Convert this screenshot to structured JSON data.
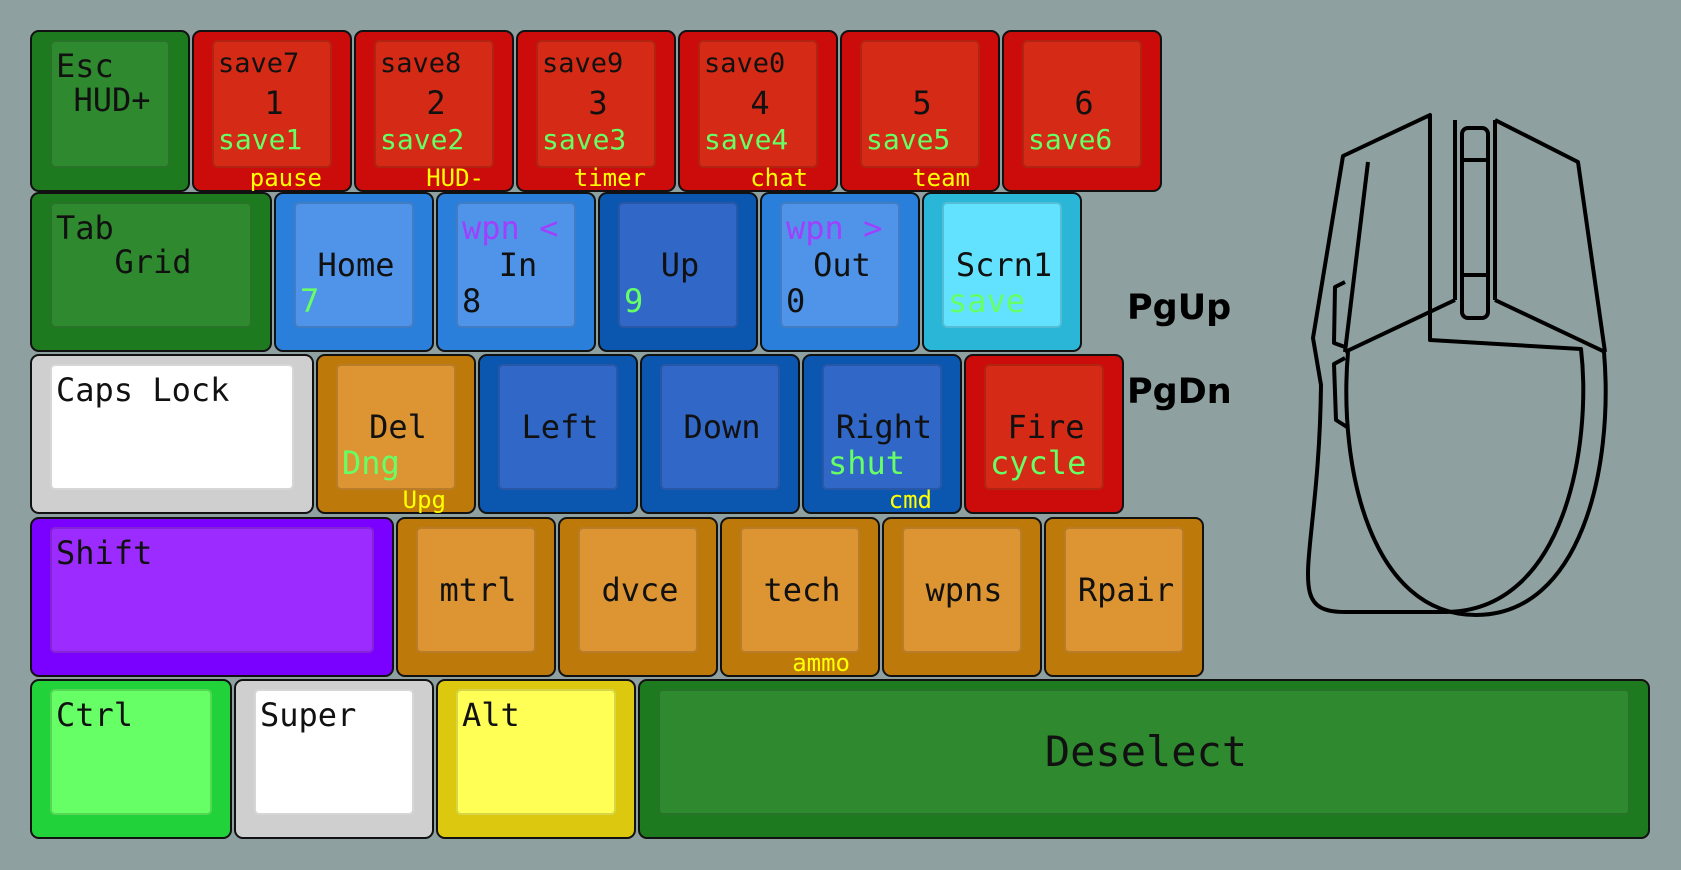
{
  "keys": [
    {
      "name": "key-esc",
      "color": "#1e7a1e",
      "cap": "#2f8a2f",
      "labels": [
        {
          "text": "Esc",
          "tone": "main",
          "pos": "tl"
        },
        {
          "text": "HUD+",
          "tone": "main",
          "pos": "tc"
        }
      ]
    },
    {
      "name": "key-1",
      "color": "#cc0b0b",
      "cap": "#d42a16",
      "labels": [
        {
          "text": "save7",
          "tone": "main",
          "pos": "top"
        },
        {
          "text": "1",
          "tone": "main",
          "pos": "mid"
        },
        {
          "text": "save1",
          "tone": "green",
          "pos": "bot"
        },
        {
          "text": "pause",
          "tone": "yellow",
          "pos": "sub"
        }
      ]
    },
    {
      "name": "key-2",
      "color": "#cc0b0b",
      "cap": "#d42a16",
      "labels": [
        {
          "text": "save8",
          "tone": "main",
          "pos": "top"
        },
        {
          "text": "2",
          "tone": "main",
          "pos": "mid"
        },
        {
          "text": "save2",
          "tone": "green",
          "pos": "bot"
        },
        {
          "text": "HUD-",
          "tone": "yellow",
          "pos": "sub"
        }
      ]
    },
    {
      "name": "key-3",
      "color": "#cc0b0b",
      "cap": "#d42a16",
      "labels": [
        {
          "text": "save9",
          "tone": "main",
          "pos": "top"
        },
        {
          "text": "3",
          "tone": "main",
          "pos": "mid"
        },
        {
          "text": "save3",
          "tone": "green",
          "pos": "bot"
        },
        {
          "text": "timer",
          "tone": "yellow",
          "pos": "sub"
        }
      ]
    },
    {
      "name": "key-4",
      "color": "#cc0b0b",
      "cap": "#d42a16",
      "labels": [
        {
          "text": "save0",
          "tone": "main",
          "pos": "top"
        },
        {
          "text": "4",
          "tone": "main",
          "pos": "mid"
        },
        {
          "text": "save4",
          "tone": "green",
          "pos": "bot"
        },
        {
          "text": "chat",
          "tone": "yellow",
          "pos": "sub"
        }
      ]
    },
    {
      "name": "key-5",
      "color": "#cc0b0b",
      "cap": "#d42a16",
      "labels": [
        {
          "text": "5",
          "tone": "main",
          "pos": "mid"
        },
        {
          "text": "save5",
          "tone": "green",
          "pos": "bot"
        },
        {
          "text": "team",
          "tone": "yellow",
          "pos": "sub"
        }
      ]
    },
    {
      "name": "key-6",
      "color": "#cc0b0b",
      "cap": "#d42a16",
      "labels": [
        {
          "text": "6",
          "tone": "main",
          "pos": "mid"
        },
        {
          "text": "save6",
          "tone": "green",
          "pos": "bot"
        }
      ]
    },
    {
      "name": "key-tab",
      "color": "#1e7a1e",
      "cap": "#2f8a2f",
      "labels": [
        {
          "text": "Tab",
          "tone": "main",
          "pos": "tl"
        },
        {
          "text": "Grid",
          "tone": "main",
          "pos": "tc"
        }
      ]
    },
    {
      "name": "key-home",
      "color": "#2a7fdb",
      "cap": "#4f94e8",
      "labels": [
        {
          "text": "Home",
          "tone": "main",
          "pos": "mid"
        },
        {
          "text": "7",
          "tone": "green",
          "pos": "bl"
        }
      ]
    },
    {
      "name": "key-in",
      "color": "#2a7fdb",
      "cap": "#4f94e8",
      "labels": [
        {
          "text": "wpn <",
          "tone": "purple",
          "pos": "top"
        },
        {
          "text": "In",
          "tone": "main",
          "pos": "mid"
        },
        {
          "text": "8",
          "tone": "main",
          "pos": "bl"
        }
      ]
    },
    {
      "name": "key-up",
      "color": "#0b57b0",
      "cap": "#3168c8",
      "labels": [
        {
          "text": "Up",
          "tone": "main",
          "pos": "mid"
        },
        {
          "text": "9",
          "tone": "green",
          "pos": "bl"
        }
      ]
    },
    {
      "name": "key-out",
      "color": "#2a7fdb",
      "cap": "#4f94e8",
      "labels": [
        {
          "text": "wpn >",
          "tone": "purple",
          "pos": "top"
        },
        {
          "text": "Out",
          "tone": "main",
          "pos": "mid"
        },
        {
          "text": "0",
          "tone": "main",
          "pos": "bl"
        }
      ]
    },
    {
      "name": "key-scrn1",
      "color": "#2ab6d6",
      "cap": "#63e2ff",
      "labels": [
        {
          "text": "Scrn1",
          "tone": "main",
          "pos": "mid"
        },
        {
          "text": "save",
          "tone": "green",
          "pos": "bl"
        }
      ]
    },
    {
      "name": "key-caps-lock",
      "color": "#cfcfcf",
      "cap": "#ffffff",
      "labels": [
        {
          "text": "Caps Lock",
          "tone": "main",
          "pos": "tl"
        }
      ]
    },
    {
      "name": "key-del",
      "color": "#bd7a0a",
      "cap": "#dd9533",
      "labels": [
        {
          "text": "Del",
          "tone": "main",
          "pos": "mid"
        },
        {
          "text": "Dng",
          "tone": "green",
          "pos": "bl"
        },
        {
          "text": "Upg",
          "tone": "yellow",
          "pos": "sub"
        }
      ]
    },
    {
      "name": "key-left",
      "color": "#0b57b0",
      "cap": "#3168c8",
      "labels": [
        {
          "text": "Left",
          "tone": "main",
          "pos": "mid"
        }
      ]
    },
    {
      "name": "key-down",
      "color": "#0b57b0",
      "cap": "#3168c8",
      "labels": [
        {
          "text": "Down",
          "tone": "main",
          "pos": "mid"
        }
      ]
    },
    {
      "name": "key-right",
      "color": "#0b57b0",
      "cap": "#3168c8",
      "labels": [
        {
          "text": "Right",
          "tone": "main",
          "pos": "mid"
        },
        {
          "text": "shut",
          "tone": "green",
          "pos": "bl"
        },
        {
          "text": "cmd",
          "tone": "yellow",
          "pos": "sub"
        }
      ]
    },
    {
      "name": "key-fire",
      "color": "#cc0b0b",
      "cap": "#d42a16",
      "labels": [
        {
          "text": "Fire",
          "tone": "main",
          "pos": "mid"
        },
        {
          "text": "cycle",
          "tone": "green",
          "pos": "bl"
        }
      ]
    },
    {
      "name": "key-shift",
      "color": "#7a00ff",
      "cap": "#9c2bff",
      "labels": [
        {
          "text": "Shift",
          "tone": "main",
          "pos": "tl"
        }
      ]
    },
    {
      "name": "key-mtrl",
      "color": "#bd7a0a",
      "cap": "#dd9533",
      "labels": [
        {
          "text": "mtrl",
          "tone": "main",
          "pos": "mid"
        }
      ]
    },
    {
      "name": "key-dvce",
      "color": "#bd7a0a",
      "cap": "#dd9533",
      "labels": [
        {
          "text": "dvce",
          "tone": "main",
          "pos": "mid"
        }
      ]
    },
    {
      "name": "key-tech",
      "color": "#bd7a0a",
      "cap": "#dd9533",
      "labels": [
        {
          "text": "tech",
          "tone": "main",
          "pos": "mid"
        },
        {
          "text": "ammo",
          "tone": "yellow",
          "pos": "sub"
        }
      ]
    },
    {
      "name": "key-wpns",
      "color": "#bd7a0a",
      "cap": "#dd9533",
      "labels": [
        {
          "text": "wpns",
          "tone": "main",
          "pos": "mid"
        }
      ]
    },
    {
      "name": "key-rpair",
      "color": "#bd7a0a",
      "cap": "#dd9533",
      "labels": [
        {
          "text": "Rpair",
          "tone": "main",
          "pos": "mid"
        }
      ]
    },
    {
      "name": "key-ctrl",
      "color": "#22d23a",
      "cap": "#66ff66",
      "labels": [
        {
          "text": "Ctrl",
          "tone": "main",
          "pos": "tl"
        }
      ]
    },
    {
      "name": "key-super",
      "color": "#cfcfcf",
      "cap": "#ffffff",
      "labels": [
        {
          "text": "Super",
          "tone": "main",
          "pos": "tl"
        }
      ]
    },
    {
      "name": "key-alt",
      "color": "#dcc80e",
      "cap": "#ffff55",
      "labels": [
        {
          "text": "Alt",
          "tone": "main",
          "pos": "tl"
        }
      ]
    },
    {
      "name": "key-deselect",
      "color": "#1e7a1e",
      "cap": "#2f8a2f",
      "labels": [
        {
          "text": "Deselect",
          "tone": "main",
          "pos": "big"
        }
      ]
    }
  ],
  "mouse": {
    "pgup_label": "PgUp",
    "pgdn_label": "PgDn"
  },
  "colors": {
    "background": "#8fa0a0",
    "main_text": "#111111",
    "green_text": "#66ff66",
    "yellow_text": "#ffff00",
    "purple_text": "#a040ff"
  }
}
